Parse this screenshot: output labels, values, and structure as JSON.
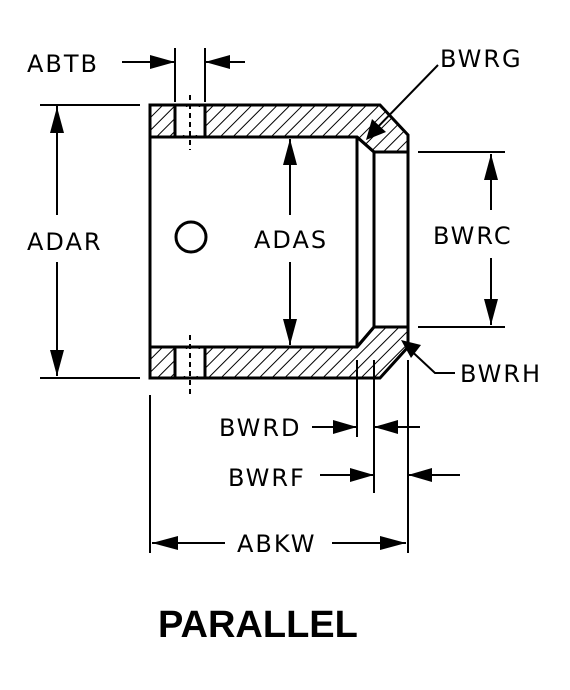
{
  "labels": {
    "abtb": "ABTB",
    "bwrg": "BWRG",
    "adar": "ADAR",
    "adas": "ADAS",
    "bwrc": "BWRC",
    "bwrh": "BWRH",
    "bwrd": "BWRD",
    "bwrf": "BWRF",
    "abkw": "ABKW"
  },
  "title": "PARALLEL"
}
